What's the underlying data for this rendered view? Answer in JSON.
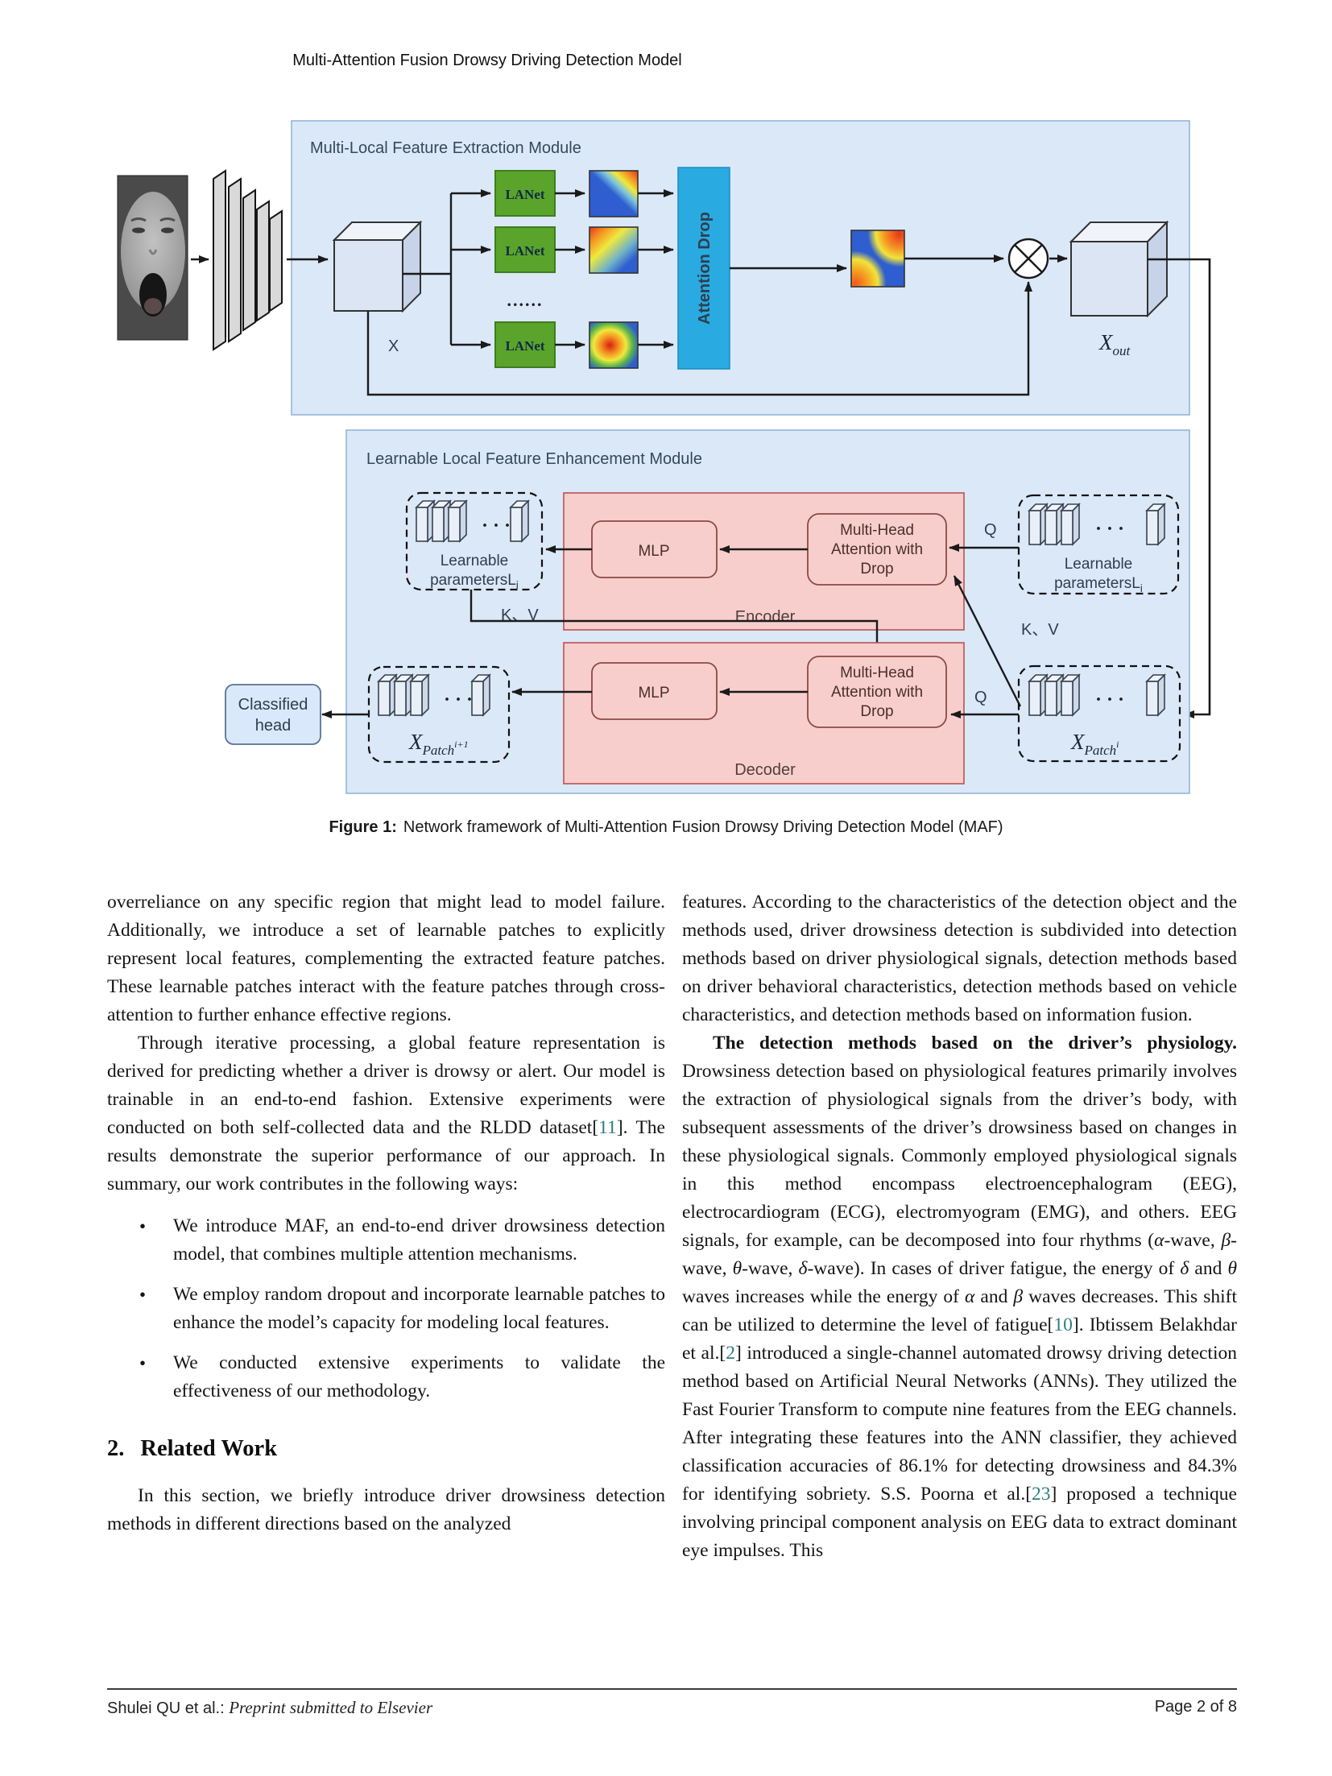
{
  "page": {
    "header_title": "Multi-Attention Fusion Drowsy Driving Detection Model",
    "footer_left_plain": "Shulei QU et al.: ",
    "footer_left_italic": "Preprint submitted to Elsevier",
    "footer_right": "Page 2 of 8"
  },
  "colors": {
    "module_fill": "#dbe8f8",
    "module_border": "#8fb1d6",
    "pink_fill": "#f8cecc",
    "pink_border": "#b85450",
    "lanet_green": "#5aa42c",
    "attention_drop_cyan": "#29abe2",
    "citation": "#2e7d7d"
  },
  "figure": {
    "caption": {
      "label": "Figure 1:",
      "text": "Network framework of Multi-Attention Fusion Drowsy Driving Detection Model (MAF)"
    },
    "module1": {
      "title": "Multi-Local Feature Extraction Module",
      "lanet": "LANet",
      "dots": "......",
      "attention_drop": "Attention Drop",
      "x": "X",
      "xout_base": "X",
      "xout_sub": "out"
    },
    "module2": {
      "title": "Learnable Local Feature Enhancement Module",
      "mlp": "MLP",
      "mha1": "Multi-Head",
      "mha2": "Attention with",
      "mha3": "Drop",
      "encoder": "Encoder",
      "decoder": "Decoder",
      "learn1": "Learnable",
      "learn2": "parametersL",
      "learn_sub": "i",
      "kv": "K、V",
      "q": "Q",
      "cls1": "Classified",
      "cls2": "head",
      "x_base": "X",
      "patch_sub": "Patch",
      "sup_i": "i",
      "sup_i1": "i+1",
      "dots": "· · ·"
    }
  },
  "content": {
    "left_column": [
      {
        "type": "p",
        "indent": false,
        "segments": [
          {
            "t": "overreliance on any specific region that might lead to model failure. Additionally, we introduce a set of learnable patches to explicitly represent local features, complementing the extracted feature patches. These learnable patches interact with the feature patches through cross-attention to further enhance effective regions.",
            "s": "n"
          }
        ]
      },
      {
        "type": "p",
        "indent": true,
        "segments": [
          {
            "t": "Through iterative processing, a global feature representation is derived for predicting whether a driver is drowsy or alert. Our model is trainable in an end-to-end fashion. Extensive experiments were conducted on both self-collected data and the RLDD dataset[",
            "s": "n"
          },
          {
            "t": "11",
            "s": "c"
          },
          {
            "t": "]. The results demonstrate the superior performance of our approach. In summary, our work contributes in the following ways:",
            "s": "n"
          }
        ]
      },
      {
        "type": "ul",
        "items": [
          [
            {
              "t": "We introduce MAF, an end-to-end driver drowsiness detection model, that combines multiple attention mechanisms.",
              "s": "n"
            }
          ],
          [
            {
              "t": "We employ random dropout and incorporate learnable patches to enhance the model’s capacity for modeling local features.",
              "s": "n"
            }
          ],
          [
            {
              "t": "We conducted extensive experiments to validate the effectiveness of our methodology.",
              "s": "n"
            }
          ]
        ]
      },
      {
        "type": "h2",
        "num": "2.",
        "text": "Related Work"
      },
      {
        "type": "p",
        "indent": true,
        "segments": [
          {
            "t": "In this section, we briefly introduce driver drowsiness detection methods in different directions based on the analyzed",
            "s": "n"
          }
        ]
      }
    ],
    "right_column": [
      {
        "type": "p",
        "indent": false,
        "segments": [
          {
            "t": "features. According to the characteristics of the detection object and the methods used, driver drowsiness detection is subdivided into detection methods based on driver physiological signals, detection methods based on driver behavioral characteristics, detection methods based on vehicle characteristics, and detection methods based on information fusion.",
            "s": "n"
          }
        ]
      },
      {
        "type": "p",
        "indent": true,
        "segments": [
          {
            "t": "The detection methods based on the driver’s physiology.",
            "s": "b"
          },
          {
            "t": " Drowsiness detection based on physiological features primarily involves the extraction of physiological signals from the driver’s body, with subsequent assessments of the driver’s drowsiness based on changes in these physiological signals. Commonly employed physiological signals in this method encompass electroencephalogram (EEG), electrocardiogram (ECG), electromyogram (EMG), and others. EEG signals, for example, can be decomposed into four rhythms (",
            "s": "n"
          },
          {
            "t": "α",
            "s": "m"
          },
          {
            "t": "-wave, ",
            "s": "n"
          },
          {
            "t": "β",
            "s": "m"
          },
          {
            "t": "-wave, ",
            "s": "n"
          },
          {
            "t": "θ",
            "s": "m"
          },
          {
            "t": "-wave, ",
            "s": "n"
          },
          {
            "t": "δ",
            "s": "m"
          },
          {
            "t": "-wave). In cases of driver fatigue, the energy of ",
            "s": "n"
          },
          {
            "t": "δ",
            "s": "m"
          },
          {
            "t": " and ",
            "s": "n"
          },
          {
            "t": "θ",
            "s": "m"
          },
          {
            "t": " waves increases while the energy of ",
            "s": "n"
          },
          {
            "t": "α",
            "s": "m"
          },
          {
            "t": " and ",
            "s": "n"
          },
          {
            "t": "β",
            "s": "m"
          },
          {
            "t": " waves decreases. This shift can be utilized to determine the level of fatigue[",
            "s": "n"
          },
          {
            "t": "10",
            "s": "c"
          },
          {
            "t": "]. Ibtissem Belakhdar et al.[",
            "s": "n"
          },
          {
            "t": "2",
            "s": "c"
          },
          {
            "t": "] introduced a single-channel automated drowsy driving detection method based on Artificial Neural Networks (ANNs). They utilized the Fast Fourier Transform to compute nine features from the EEG channels. After integrating these features into the ANN classifier, they achieved classification accuracies of 86.1% for detecting drowsiness and 84.3% for identifying sobriety. S.S. Poorna et al.[",
            "s": "n"
          },
          {
            "t": "23",
            "s": "c"
          },
          {
            "t": "] proposed a technique involving principal component analysis on EEG data to extract dominant eye impulses. This",
            "s": "n"
          }
        ]
      }
    ]
  }
}
